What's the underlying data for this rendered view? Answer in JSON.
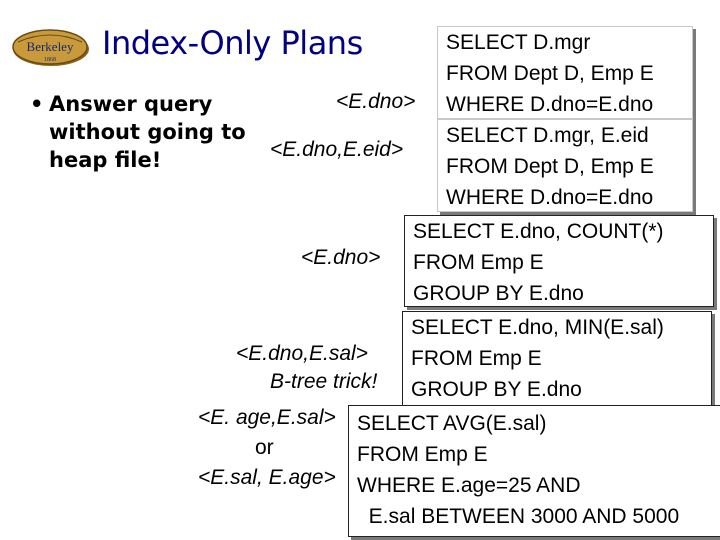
{
  "logo": {
    "text": "Berkeley",
    "subtext": "1868",
    "colors": {
      "plate": "#c89a3c",
      "plate_dark": "#6b4a12",
      "text": "#1a2a6b"
    }
  },
  "title": "Index-Only Plans",
  "bullet": {
    "symbol": "•",
    "text": "Answer query without going to heap file!"
  },
  "labels": {
    "l1": "<E.dno>",
    "l2": "<E.dno,E.eid>",
    "l3": "<E.dno>",
    "l4": "<E.dno,E.sal>",
    "l5": "B-tree trick!",
    "l6": "<E. age,E.sal>",
    "l7": "or",
    "l8": "<E.sal, E.age>"
  },
  "queries": [
    {
      "lines": [
        "SELECT  D.mgr",
        "FROM  Dept D, Emp E",
        "WHERE  D.dno=E.dno"
      ]
    },
    {
      "lines": [
        "SELECT  D.mgr, E.eid",
        "FROM  Dept D, Emp E",
        "WHERE  D.dno=E.dno"
      ]
    },
    {
      "lines": [
        "SELECT  E.dno, COUNT(*)",
        "FROM  Emp E",
        "GROUP BY  E.dno"
      ]
    },
    {
      "lines": [
        "SELECT  E.dno, MIN(E.sal)",
        "FROM  Emp E",
        "GROUP BY  E.dno"
      ]
    },
    {
      "lines": [
        "SELECT AVG(E.sal)",
        "FROM  Emp E",
        "WHERE  E.age=25 AND",
        "  E.sal BETWEEN 3000 AND 5000"
      ]
    }
  ],
  "colors": {
    "title": "#000080",
    "shadow": "#7a7a7a"
  }
}
